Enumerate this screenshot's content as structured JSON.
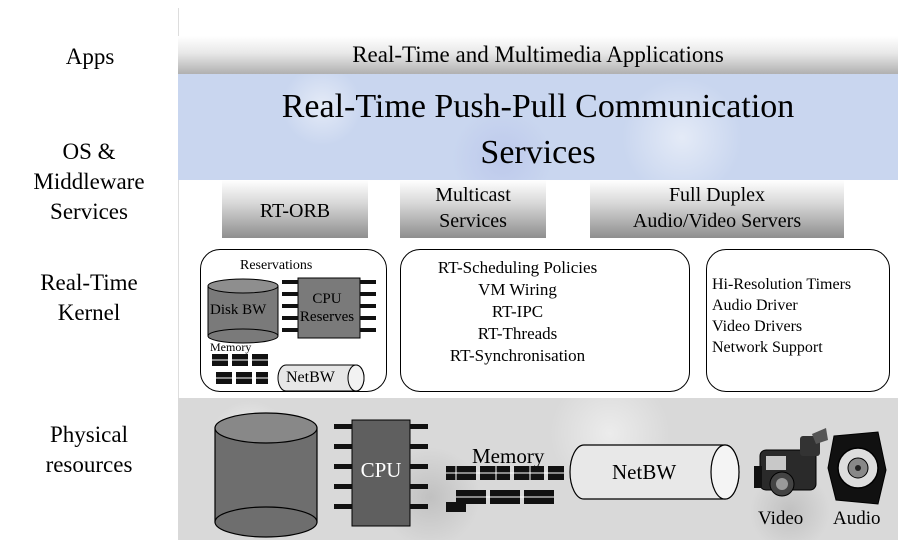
{
  "layers": {
    "apps": "Apps",
    "os_line1": "OS &",
    "os_line2": "Middleware",
    "os_line3": "Services",
    "kernel_line1": "Real-Time",
    "kernel_line2": "Kernel",
    "physical_line1": "Physical",
    "physical_line2": "resources"
  },
  "apps_title": "Real-Time and Multimedia Applications",
  "pushpull": {
    "line1": "Real-Time Push-Pull Communication",
    "line2": "Services"
  },
  "middleware": {
    "rtorb": "RT-ORB",
    "multicast_line1": "Multicast",
    "multicast_line2": "Services",
    "duplex_line1": "Full Duplex",
    "duplex_line2": "Audio/Video  Servers"
  },
  "kernel": {
    "reservations": {
      "title": "Reservations",
      "disk": "Disk BW",
      "cpu_line1": "CPU",
      "cpu_line2": "Reserves",
      "memory": "Memory",
      "netbw": "NetBW"
    },
    "policies": [
      "RT-Scheduling Policies",
      "VM Wiring",
      "RT-IPC",
      "RT-Threads",
      "RT-Synchronisation"
    ],
    "drivers": [
      "Hi-Resolution Timers",
      "Audio Driver",
      "Video Drivers",
      "Network Support"
    ]
  },
  "physical": {
    "cpu": "CPU",
    "memory": "Memory",
    "netbw": "NetBW",
    "video": "Video",
    "audio": "Audio"
  },
  "icons": [
    "disk-icon",
    "cpu-chip-icon",
    "memory-chips-icon",
    "network-pipe-icon",
    "video-camera-icon",
    "audio-speaker-icon"
  ]
}
